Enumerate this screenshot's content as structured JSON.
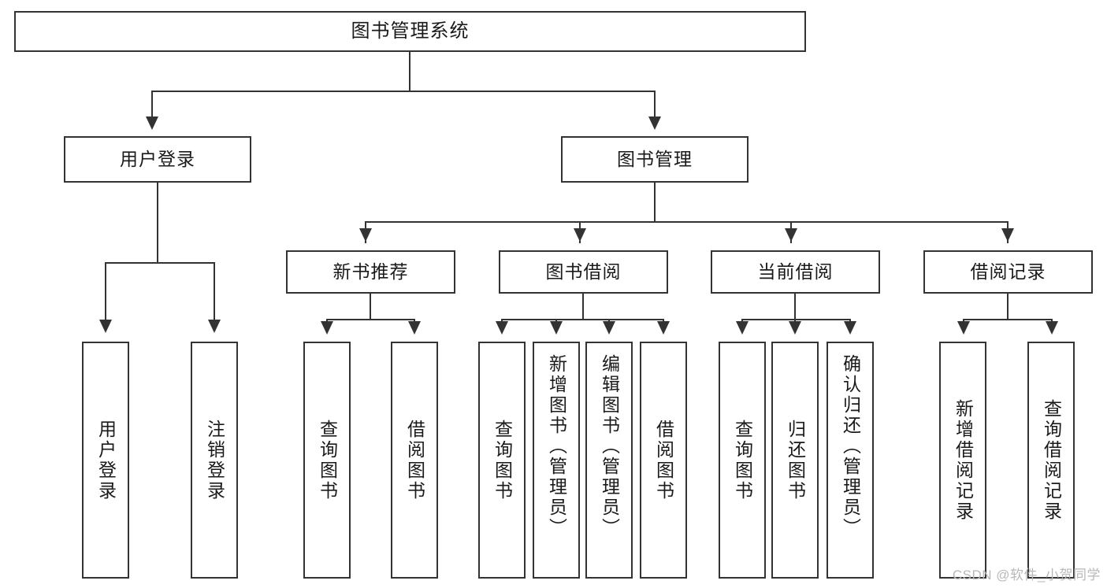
{
  "diagram": {
    "title": "图书管理系统",
    "root": {
      "label": "图书管理系统"
    },
    "level1": [
      {
        "label": "用户登录"
      },
      {
        "label": "图书管理"
      }
    ],
    "level2": [
      {
        "label": "新书推荐"
      },
      {
        "label": "图书借阅"
      },
      {
        "label": "当前借阅"
      },
      {
        "label": "借阅记录"
      }
    ],
    "leaves": {
      "user_login": [
        {
          "label": "用户登录"
        },
        {
          "label": "注销登录"
        }
      ],
      "new_book_recommend": [
        {
          "label": "查询图书"
        },
        {
          "label": "借阅图书"
        }
      ],
      "book_borrow": [
        {
          "label": "查询图书"
        },
        {
          "label": "新增图书（管理员）"
        },
        {
          "label": "编辑图书（管理员）"
        },
        {
          "label": "借阅图书"
        }
      ],
      "current_borrow": [
        {
          "label": "查询图书"
        },
        {
          "label": "归还图书"
        },
        {
          "label": "确认归还（管理员）"
        }
      ],
      "borrow_records": [
        {
          "label": "新增借阅记录"
        },
        {
          "label": "查询借阅记录"
        }
      ]
    },
    "watermark": "CSDN @软件_小贺同学",
    "colors": {
      "stroke": "#333333",
      "fill": "#ffffff",
      "text": "#1a1a1a",
      "watermark": "#b8b8b8"
    }
  }
}
